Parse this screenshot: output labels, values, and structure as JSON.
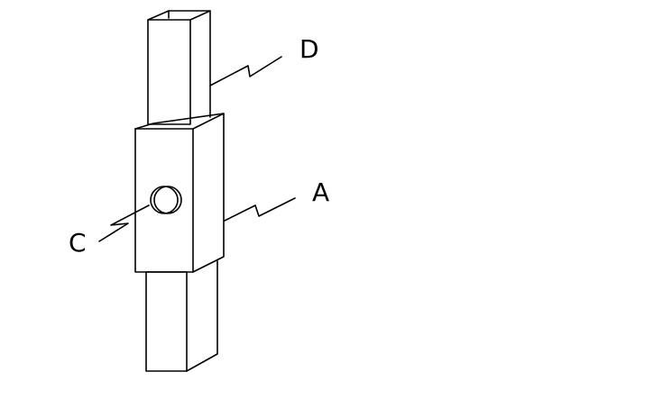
{
  "labels": {
    "a": "A",
    "c": "C",
    "d": "D"
  },
  "colors": {
    "line": "#000000",
    "background": "#ffffff"
  }
}
